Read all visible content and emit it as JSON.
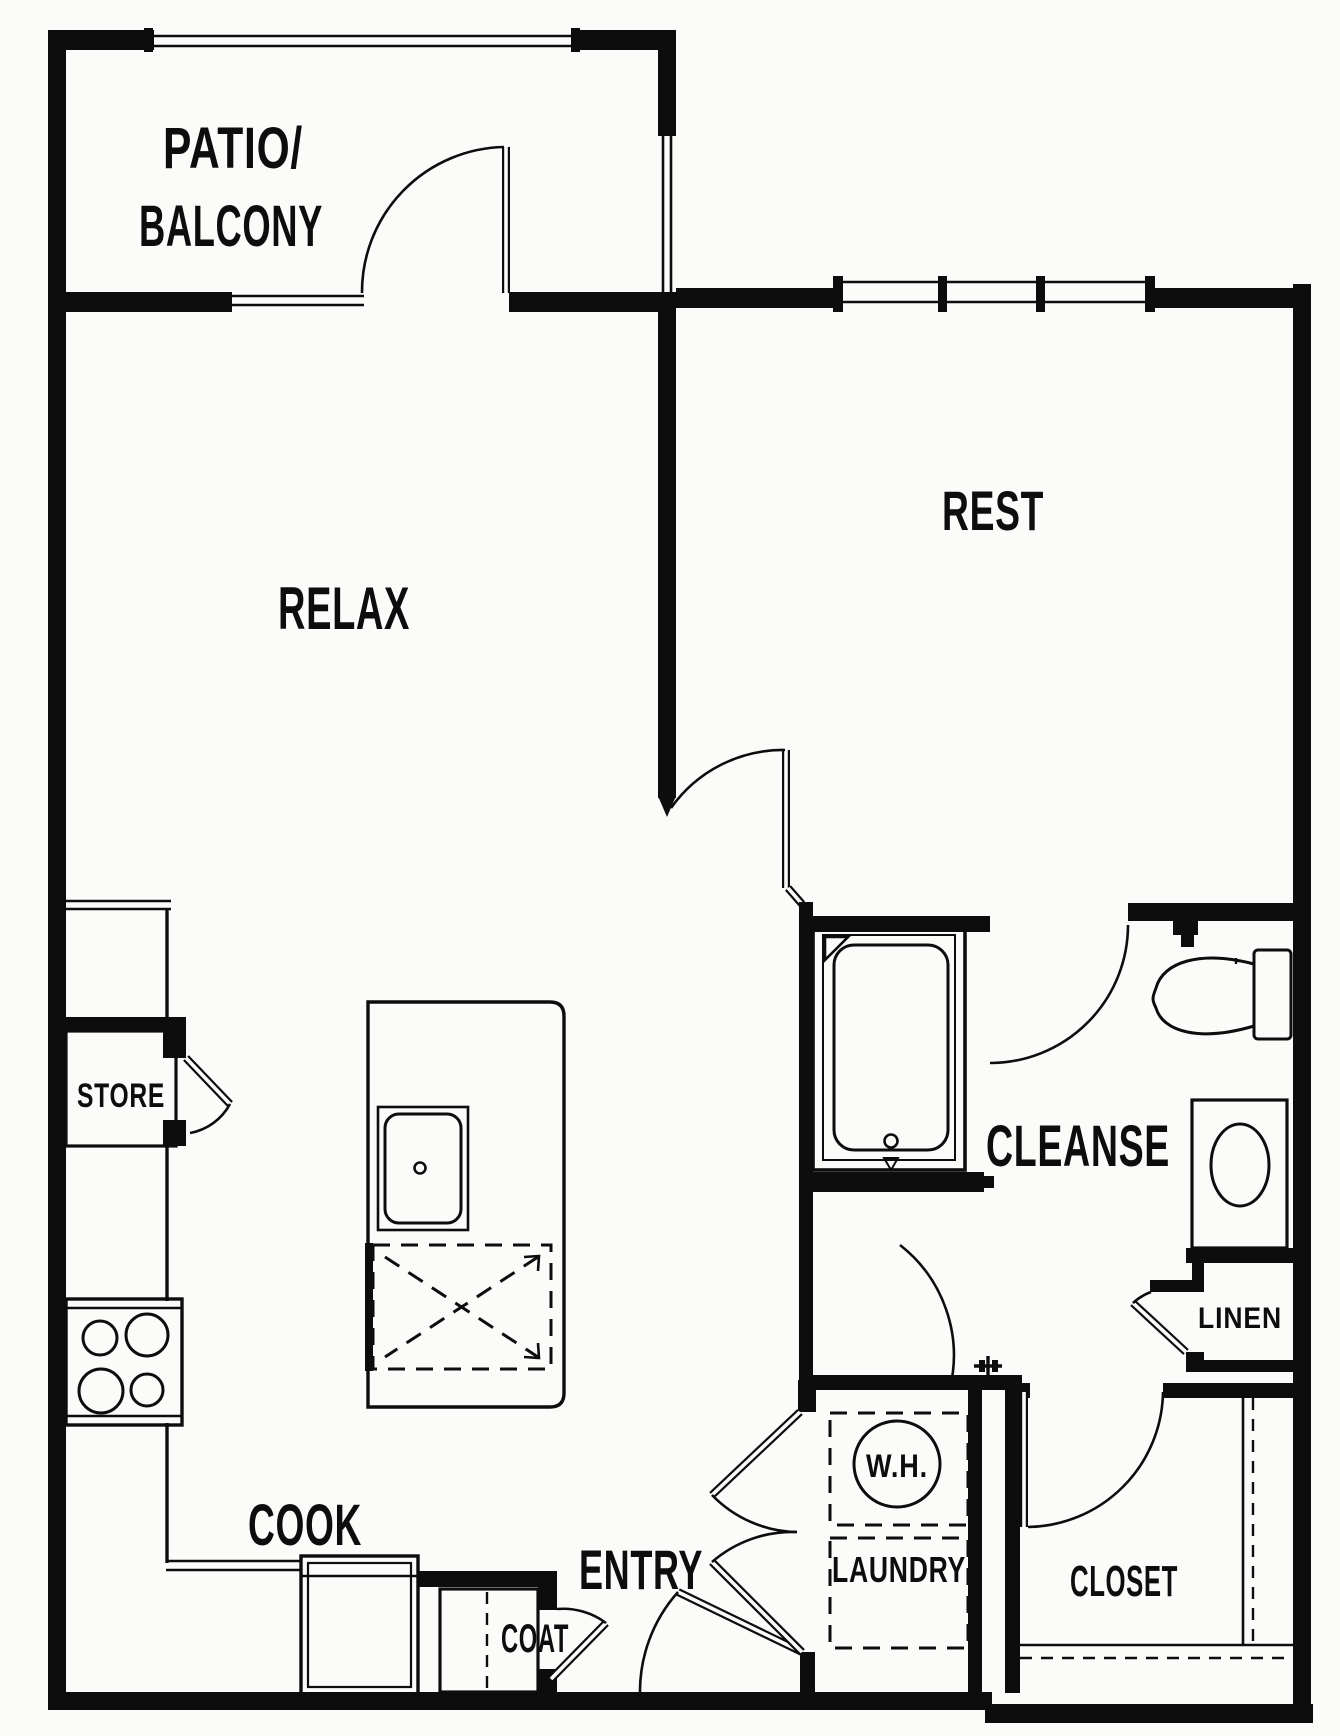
{
  "document": {
    "type": "apartment-floor-plan",
    "style": "black-line architectural drawing on white background"
  },
  "colors": {
    "background": "#fbfbf9",
    "line": "#0d0d0d"
  },
  "labels": {
    "patio_line1": "PATIO/",
    "patio_line2": "BALCONY",
    "relax": "RELAX",
    "rest": "REST",
    "store": "STORE",
    "cook": "COOK",
    "cleanse": "CLEANSE",
    "linen": "LINEN",
    "entry": "ENTRY",
    "coat": "COAT",
    "water_heater": "W.H.",
    "laundry": "LAUNDRY",
    "closet": "CLOSET"
  },
  "fixtures": [
    "balcony-railing",
    "patio-door",
    "triple-window",
    "bathtub",
    "toilet",
    "vanity-sink",
    "kitchen-island",
    "island-sink",
    "future-appliance-dashed",
    "range-burners",
    "refrigerator",
    "water-heater-circle",
    "closet-rod-shelf",
    "coat-rod",
    "store-closet-door",
    "linen-door",
    "entry-door",
    "laundry-doors"
  ]
}
